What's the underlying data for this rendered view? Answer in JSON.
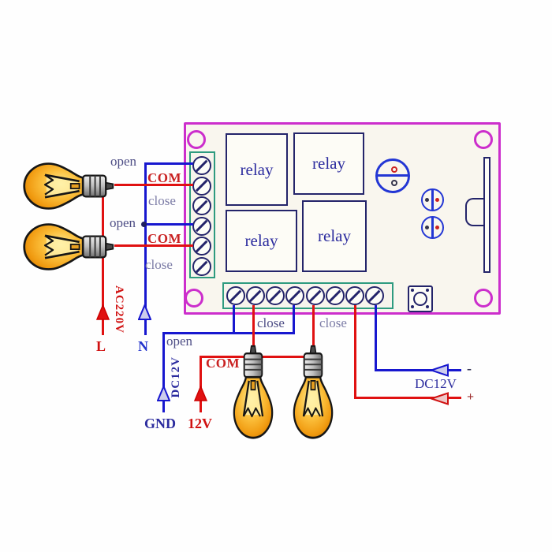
{
  "title": "relay module wiring diagram",
  "board": {
    "relays": {
      "r1": "relay",
      "r2": "relay",
      "r3": "relay",
      "r4": "relay"
    },
    "left_terminals": {
      "count": 6
    },
    "bottom_terminals": {
      "count": 8
    }
  },
  "labels": {
    "open_top1": "open",
    "com_top1": "COM",
    "close_top1": "close",
    "open_top2": "open",
    "com_top2": "COM",
    "close_top2": "close",
    "ac220v": "AC220V",
    "live": "L",
    "neutral": "N",
    "open_bottom": "open",
    "close_bottom1": "close",
    "close_bottom2": "close",
    "com_bottom": "COM",
    "dc12v_vertical": "DC12V",
    "gnd": "GND",
    "v12": "12V",
    "dc12v_supply": "DC12V",
    "minus": "-",
    "plus": "+"
  },
  "icons": {
    "l_arrow": "arrow-up-solid-red",
    "n_arrow": "arrow-up-hollow-blue",
    "gnd_arrow": "arrow-up-hollow-blue",
    "v12_arrow": "arrow-up-solid-red",
    "dc_minus_arrow": "arrow-left-hollow-blue",
    "dc_plus_arrow": "arrow-left-hollow-red"
  },
  "colors": {
    "board_outline": "#cc2ecc",
    "terminal_block": "#2e9b7f",
    "wire_red": "#e01111",
    "wire_blue": "#1717cf",
    "component_navy": "#24246a",
    "component_blue": "#2336d4",
    "relay_text": "#2b2b9e",
    "label_muted": "#4d4d85",
    "label_red": "#c92222",
    "bulb_glass": "#F0A020"
  }
}
